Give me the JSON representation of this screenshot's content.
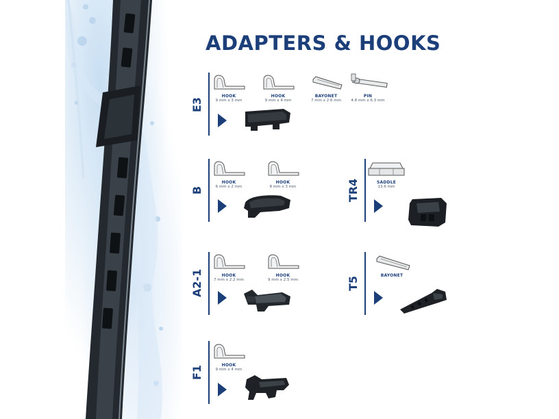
{
  "title": "ADAPTERS & HOOKS",
  "colors": {
    "accent": "#1c3f7a",
    "blade": "#1f2428",
    "water": "#a9c9e6"
  },
  "categories": {
    "e3": {
      "label": "E3",
      "options": [
        {
          "name": "HOOK",
          "size": "9 mm x 3 mm"
        },
        {
          "name": "HOOK",
          "size": "9 mm x 4 mm"
        },
        {
          "name": "BAYONET",
          "size": "7 mm x 2.6 mm"
        },
        {
          "name": "PIN",
          "size": "4.8 mm x 6.3 mm"
        }
      ]
    },
    "b": {
      "label": "B",
      "options": [
        {
          "name": "HOOK",
          "size": "6 mm x 2 mm"
        },
        {
          "name": "HOOK",
          "size": "8 mm x 3 mm"
        }
      ]
    },
    "a21": {
      "label": "A2-1",
      "options": [
        {
          "name": "HOOK",
          "size": "7 mm x 2.2 mm"
        },
        {
          "name": "HOOK",
          "size": "9 mm x 2.5 mm"
        }
      ]
    },
    "f1": {
      "label": "F1",
      "options": [
        {
          "name": "HOOK",
          "size": "9 mm x 4 mm"
        }
      ]
    },
    "tr4": {
      "label": "TR4",
      "options": [
        {
          "name": "SADDLE",
          "size": "13.6 mm"
        }
      ]
    },
    "t5": {
      "label": "T5",
      "options": [
        {
          "name": "BAYONET",
          "size": ""
        }
      ]
    }
  }
}
